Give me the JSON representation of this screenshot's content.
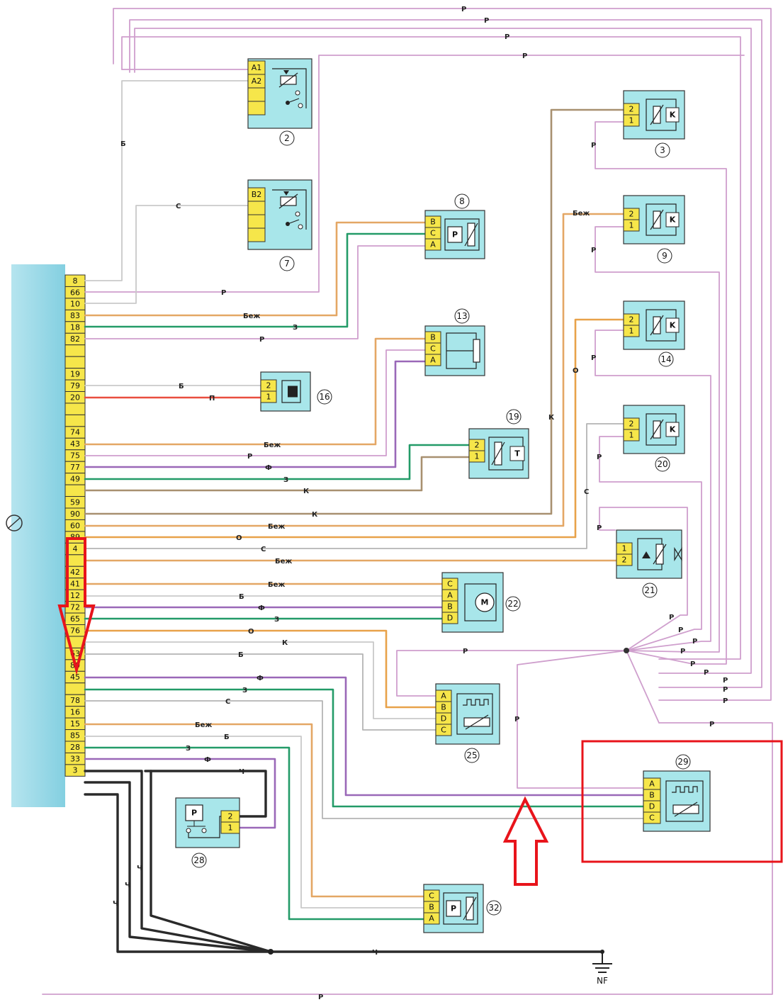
{
  "ecu": {
    "pins_top": [
      "8",
      "66",
      "10",
      "83",
      "18",
      "82",
      "",
      "",
      "19",
      "79",
      "20",
      "",
      "",
      "74",
      "43",
      "75",
      "77",
      "49",
      "",
      "59",
      "90",
      "60",
      "89",
      "4",
      "",
      "42",
      "41",
      "12",
      "72",
      "65",
      "76",
      "",
      "63",
      "80",
      "45",
      "",
      "78",
      "16",
      "15",
      "85",
      "28",
      "33",
      "3"
    ]
  },
  "wire_labels": {
    "p": "Р",
    "b": "Б",
    "s": "С",
    "beige": "Беж",
    "z": "З",
    "k": "К",
    "f": "Ф",
    "o": "О",
    "pink": "П",
    "ch": "Ч"
  },
  "components": {
    "c2": {
      "num": "2",
      "pins": [
        "A1",
        "A2",
        "",
        ""
      ]
    },
    "c7": {
      "num": "7",
      "pins": [
        "B2",
        "",
        "",
        ""
      ]
    },
    "c8": {
      "num": "8",
      "pins": [
        "B",
        "C",
        "A"
      ],
      "symbol": "P"
    },
    "c13": {
      "num": "13",
      "pins": [
        "B",
        "C",
        "A"
      ]
    },
    "c16": {
      "num": "16",
      "pins": [
        "2",
        "1"
      ]
    },
    "c19": {
      "num": "19",
      "pins": [
        "2",
        "1"
      ],
      "symbol": "T"
    },
    "c3": {
      "num": "3",
      "pins": [
        "2",
        "1"
      ]
    },
    "c9": {
      "num": "9",
      "pins": [
        "2",
        "1"
      ]
    },
    "c14": {
      "num": "14",
      "pins": [
        "2",
        "1"
      ]
    },
    "c20": {
      "num": "20",
      "pins": [
        "2",
        "1"
      ]
    },
    "c21": {
      "num": "21",
      "pins": [
        "1",
        "2"
      ]
    },
    "c22": {
      "num": "22",
      "pins": [
        "C",
        "A",
        "B",
        "D"
      ],
      "symbol": "M"
    },
    "c25": {
      "num": "25",
      "pins": [
        "A",
        "B",
        "D",
        "C"
      ]
    },
    "c28": {
      "num": "28",
      "pins": [
        "2",
        "1"
      ],
      "symbol": "P"
    },
    "c29": {
      "num": "29",
      "pins": [
        "A",
        "B",
        "D",
        "C"
      ]
    },
    "c32": {
      "num": "32",
      "pins": [
        "C",
        "B",
        "A"
      ],
      "symbol": "P"
    }
  },
  "ground": {
    "label": "NF"
  },
  "annotation": {
    "highlight_color": "#e8141b"
  }
}
